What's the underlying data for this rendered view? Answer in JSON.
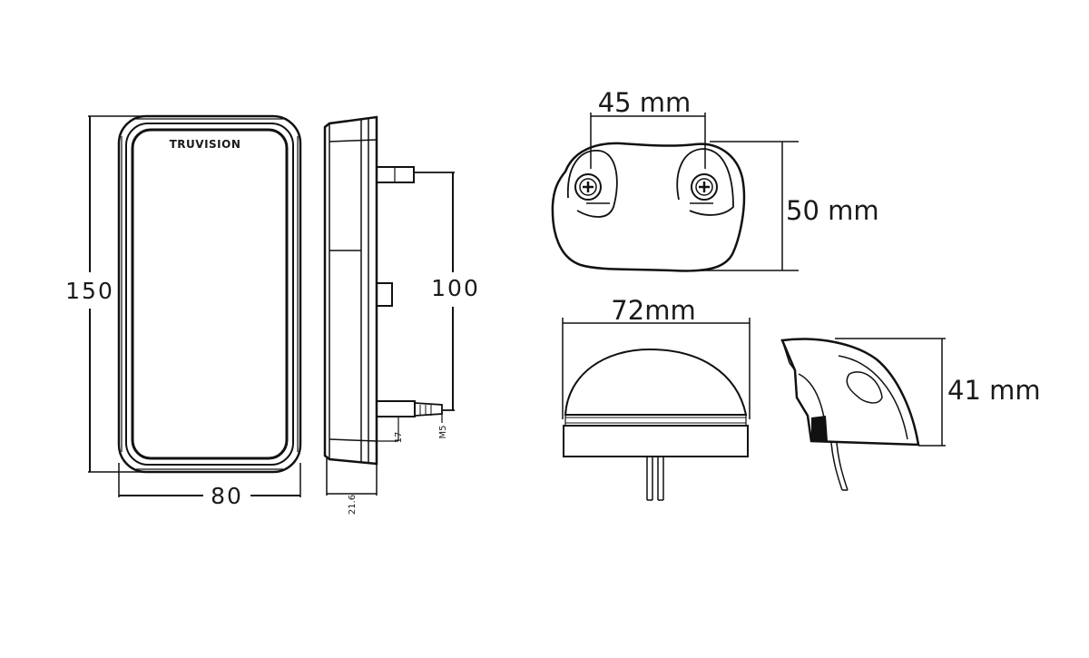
{
  "brand": "TRUVISION",
  "rear_light": {
    "height_label": "150",
    "width_label": "80",
    "mount_spacing_label": "100",
    "depth_label": "21.6",
    "stud_length_label": "17",
    "thread_label": "M5"
  },
  "marker_light": {
    "mount_spacing_label": "45 mm",
    "height_label": "50 mm",
    "width_label": "72mm",
    "depth_label": "41 mm"
  }
}
